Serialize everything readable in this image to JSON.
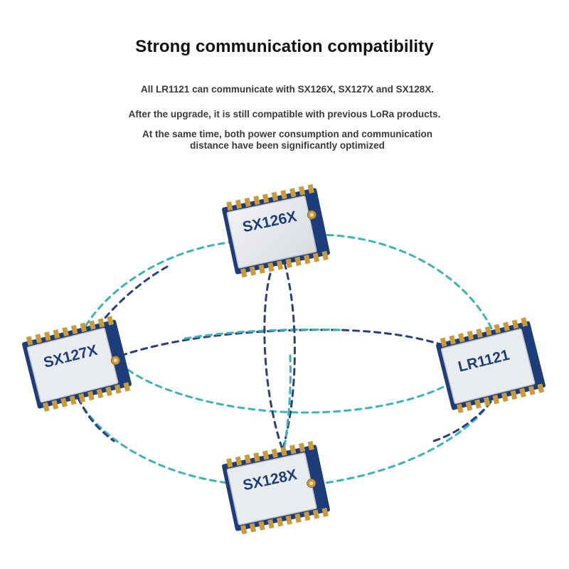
{
  "heading": "Strong communication compatibility",
  "description": {
    "line1": "All LR1121 can communicate with SX126X, SX127X and SX128X.",
    "line2": "After the upgrade, it is still compatible with previous LoRa products.",
    "line3a": "At the same time, both power consumption and communication",
    "line3b": "distance have been significantly optimized"
  },
  "modules": {
    "top": "SX126X",
    "left": "SX127X",
    "right": "LR1121",
    "bottom": "SX128X"
  },
  "colors": {
    "teal_line": "#3bb3b8",
    "navy_line": "#2a3f7e",
    "pcb_blue": "#1d3d7a",
    "shield_silver": "#e9ecef",
    "pad_gold": "#c99b3b"
  }
}
